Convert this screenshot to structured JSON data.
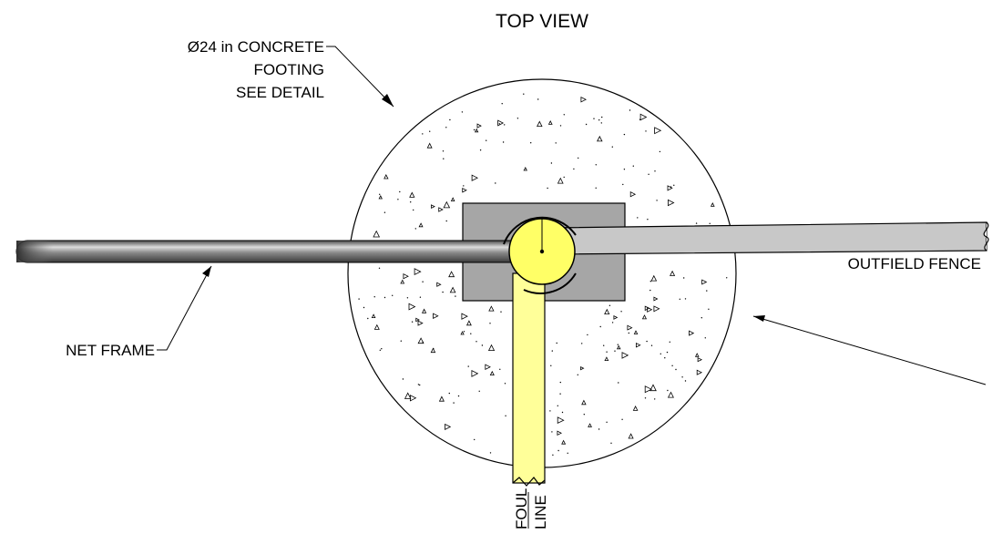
{
  "title": "TOP VIEW",
  "labels": {
    "footing_line1": "Ø24 in CONCRETE",
    "footing_line2": "FOOTING",
    "footing_line3": "SEE DETAIL",
    "net_frame": "NET FRAME",
    "outfield_fence": "OUTFIELD FENCE",
    "foul": "FOUL",
    "line": "LINE"
  },
  "colors": {
    "post_yellow": "#ffff66",
    "foul_line_yellow": "#ffff99",
    "fence_gray": "#c8c8c8",
    "base_plate_gray": "#a6a6a6",
    "net_frame_dark": "#5a5a5a",
    "line": "#000000"
  }
}
